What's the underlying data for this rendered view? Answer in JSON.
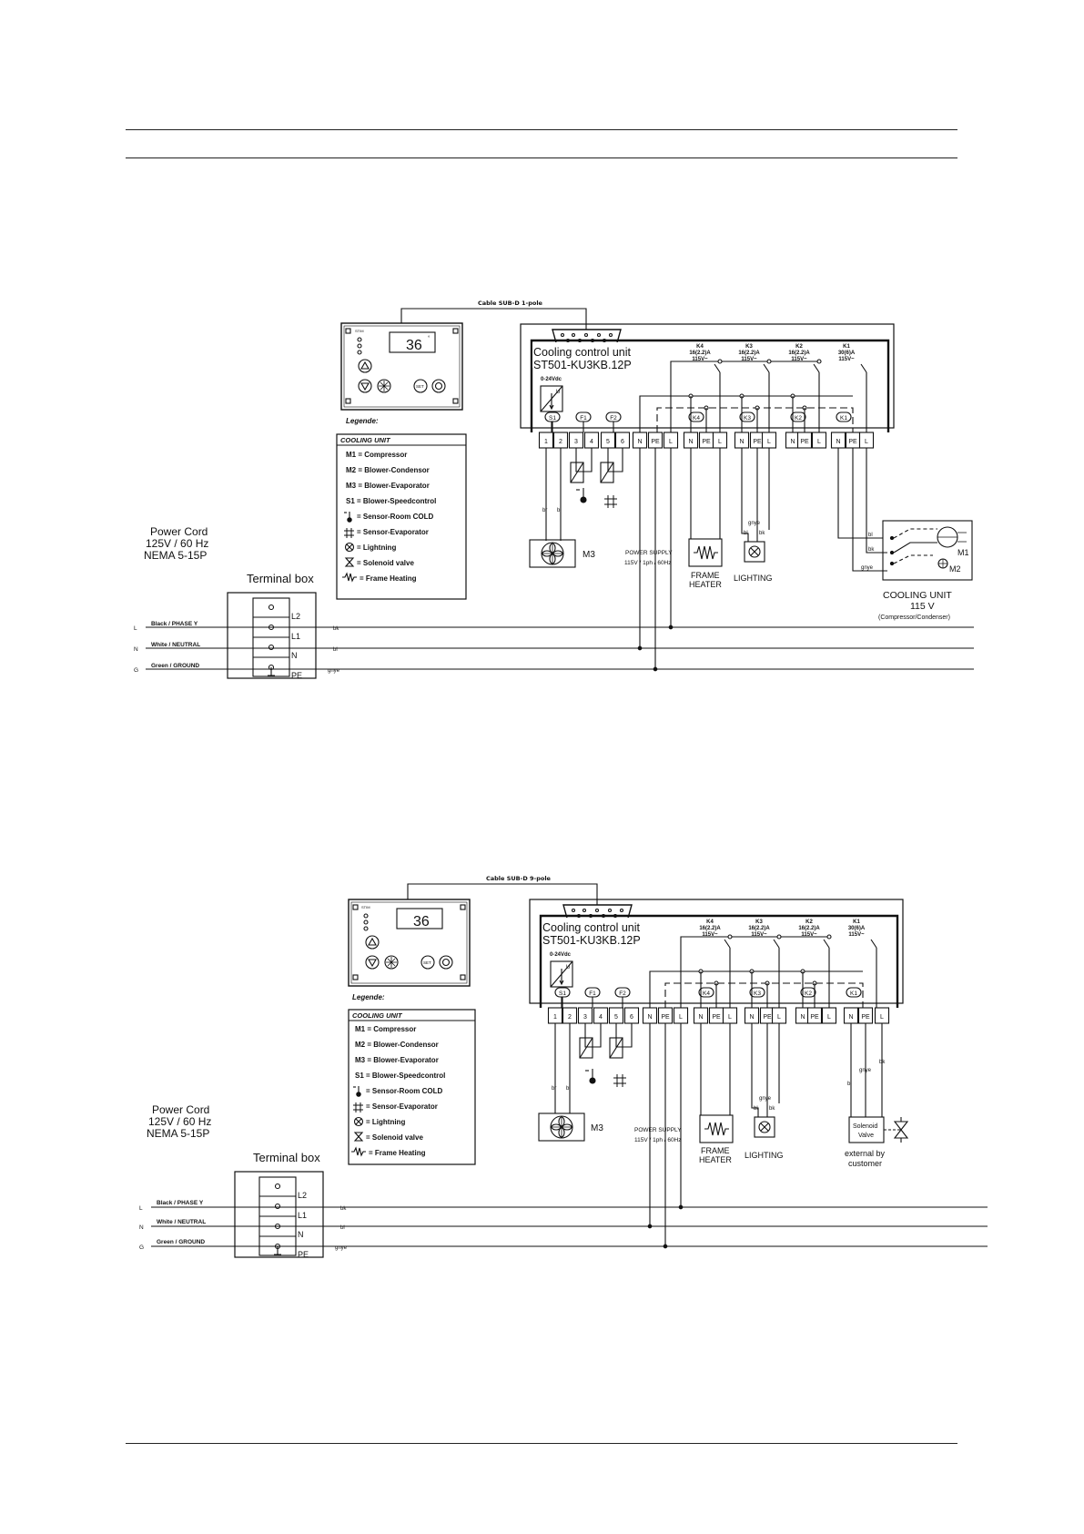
{
  "diagrams": [
    {
      "cable_label": "Cable SUB-D 1-pole",
      "display_value": "36",
      "control_title": "Cooling control unit",
      "control_model": "ST501-KU3KB.12P",
      "sensor_voltage": "0-24Vdc",
      "sensor_sym": "U",
      "small_tags": [
        "S1",
        "F1",
        "F2"
      ],
      "terminals": [
        "1",
        "2",
        "3",
        "4",
        "5",
        "6",
        "N",
        "PE",
        "L",
        "N",
        "PE",
        "L",
        "N",
        "PE",
        "L",
        "N",
        "PE",
        "L",
        "N",
        "PE",
        "L"
      ],
      "relay_tags": [
        "K4",
        "K3",
        "K2",
        "K1"
      ],
      "relays": [
        {
          "name": "K4",
          "rating": "16(2.2)A",
          "volt": "115V~"
        },
        {
          "name": "K3",
          "rating": "16(2.2)A",
          "volt": "115V~"
        },
        {
          "name": "K2",
          "rating": "16(2.2)A",
          "volt": "115V~"
        },
        {
          "name": "K1",
          "rating": "30(6)A",
          "volt": "115V~"
        }
      ],
      "legend": {
        "title": "Legende:",
        "header": "COOLING UNIT",
        "items": [
          "M1  = Compressor",
          "M2  = Blower-Condensor",
          "M3  = Blower-Evaporator",
          "S1  = Blower-Speedcontrol",
          "= Sensor-Room COLD",
          "= Sensor-Evaporator",
          "= Lightning",
          "= Solenoid valve",
          "= Frame Heating"
        ]
      },
      "power_cord": [
        "Power Cord",
        "125V / 60 Hz",
        "NEMA 5-15P"
      ],
      "terminal_box": "Terminal box",
      "box_slots": [
        "L2",
        "L1",
        "N",
        "PE"
      ],
      "lines": [
        {
          "key": "L",
          "label": "Black  / PHASE Y",
          "end": "bk"
        },
        {
          "key": "N",
          "label": "White  / NEUTRAL",
          "end": "bl"
        },
        {
          "key": "G",
          "label": "Green  / GROUND",
          "end": "gnye"
        }
      ],
      "m3": "M3",
      "supply": [
        "POWER SUPPLY",
        "115V / 1ph / 60Hz"
      ],
      "wire_s1": [
        "br",
        "bl"
      ],
      "heater": [
        "FRAME",
        "HEATER"
      ],
      "lighting": "LIGHTING",
      "light_wires": [
        "gnye",
        "bl",
        "bk"
      ],
      "unit": {
        "m1": "M1",
        "m2": "M2",
        "wires": [
          "bl",
          "bk",
          "gnye"
        ],
        "title": "COOLING UNIT",
        "volt": "115 V",
        "sub": "(Compressor/Condenser)"
      }
    },
    {
      "cable_label": "Cable SUB-D 9-pole",
      "display_value": "36",
      "control_title": "Cooling control unit",
      "control_model": "ST501-KU3KB.12P",
      "sensor_voltage": "0-24Vdc",
      "sensor_sym": "U",
      "small_tags": [
        "S1",
        "F1",
        "F2"
      ],
      "terminals": [
        "1",
        "2",
        "3",
        "4",
        "5",
        "6",
        "N",
        "PE",
        "L",
        "N",
        "PE",
        "L",
        "N",
        "PE",
        "L",
        "N",
        "PE",
        "L",
        "N",
        "PE",
        "L"
      ],
      "relay_tags": [
        "K4",
        "K3",
        "K2",
        "K1"
      ],
      "relays": [
        {
          "name": "K4",
          "rating": "16(2.2)A",
          "volt": "115V~"
        },
        {
          "name": "K3",
          "rating": "16(2.2)A",
          "volt": "115V~"
        },
        {
          "name": "K2",
          "rating": "16(2.2)A",
          "volt": "115V~"
        },
        {
          "name": "K1",
          "rating": "30(6)A",
          "volt": "115V~"
        }
      ],
      "legend": {
        "title": "Legende:",
        "header": "COOLING UNIT",
        "items": [
          "M1  = Compressor",
          "M2  = Blower-Condensor",
          "M3  = Blower-Evaporator",
          "S1  = Blower-Speedcontrol",
          "= Sensor-Room COLD",
          "= Sensor-Evaporator",
          "= Lightning",
          "= Solenoid valve",
          "= Frame Heating"
        ]
      },
      "power_cord": [
        "Power Cord",
        "125V / 60 Hz",
        "NEMA 5-15P"
      ],
      "terminal_box": "Terminal box",
      "box_slots": [
        "L2",
        "L1",
        "N",
        "PE"
      ],
      "lines": [
        {
          "key": "L",
          "label": "Black  / PHASE Y",
          "end": "bk"
        },
        {
          "key": "N",
          "label": "White  / NEUTRAL",
          "end": "bl"
        },
        {
          "key": "G",
          "label": "Green  / GROUND",
          "end": "gnye"
        }
      ],
      "m3": "M3",
      "supply": [
        "POWER SUPPLY",
        "115V / 1ph / 60Hz"
      ],
      "wire_s1": [
        "br",
        "bl"
      ],
      "heater": [
        "FRAME",
        "HEATER"
      ],
      "lighting": "LIGHTING",
      "light_wires": [
        "gnye",
        "bl",
        "bk"
      ],
      "solenoid": {
        "box": [
          "Solenoid",
          "Valve"
        ],
        "wires": [
          "bl",
          "gnye",
          "bk"
        ],
        "note": [
          "external by",
          "customer"
        ]
      }
    }
  ]
}
